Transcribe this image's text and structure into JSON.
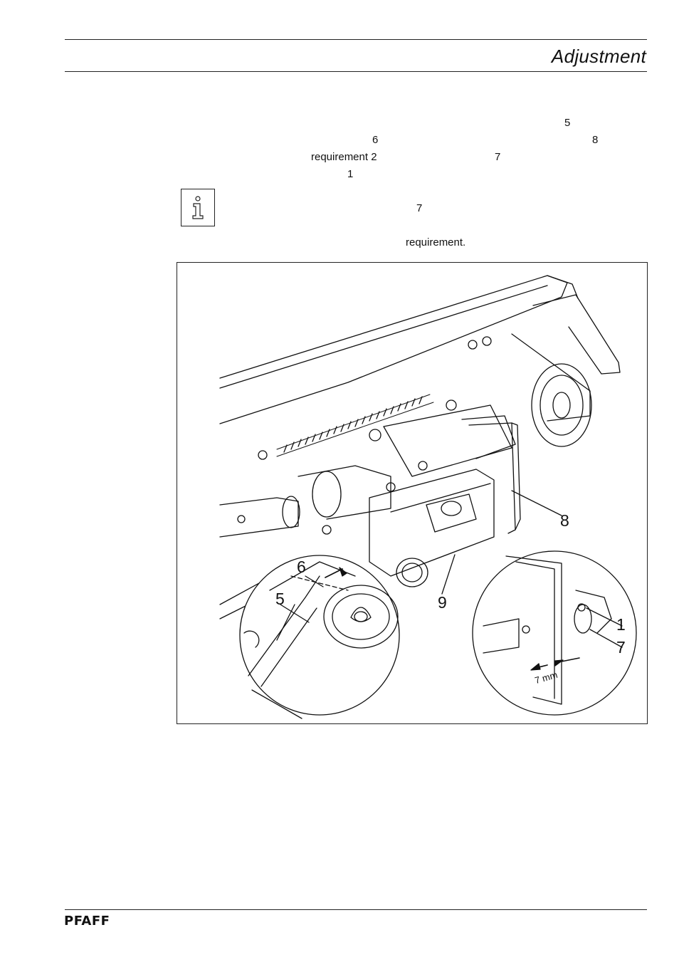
{
  "header": {
    "title": "Adjustment"
  },
  "body_fragments": {
    "line1_num": "5",
    "line2_num_a": "6",
    "line2_num_b": "8",
    "line3_text": "requirement 2",
    "line3_num": "7",
    "line4_num": "1"
  },
  "note": {
    "icon": "information-icon",
    "ref_num": "7",
    "end_text": "requirement."
  },
  "figure": {
    "callouts": [
      "6",
      "5",
      "9",
      "8",
      "1",
      "7"
    ],
    "dimension": "7 mm"
  },
  "footer": {
    "brand": "PFAFF"
  }
}
